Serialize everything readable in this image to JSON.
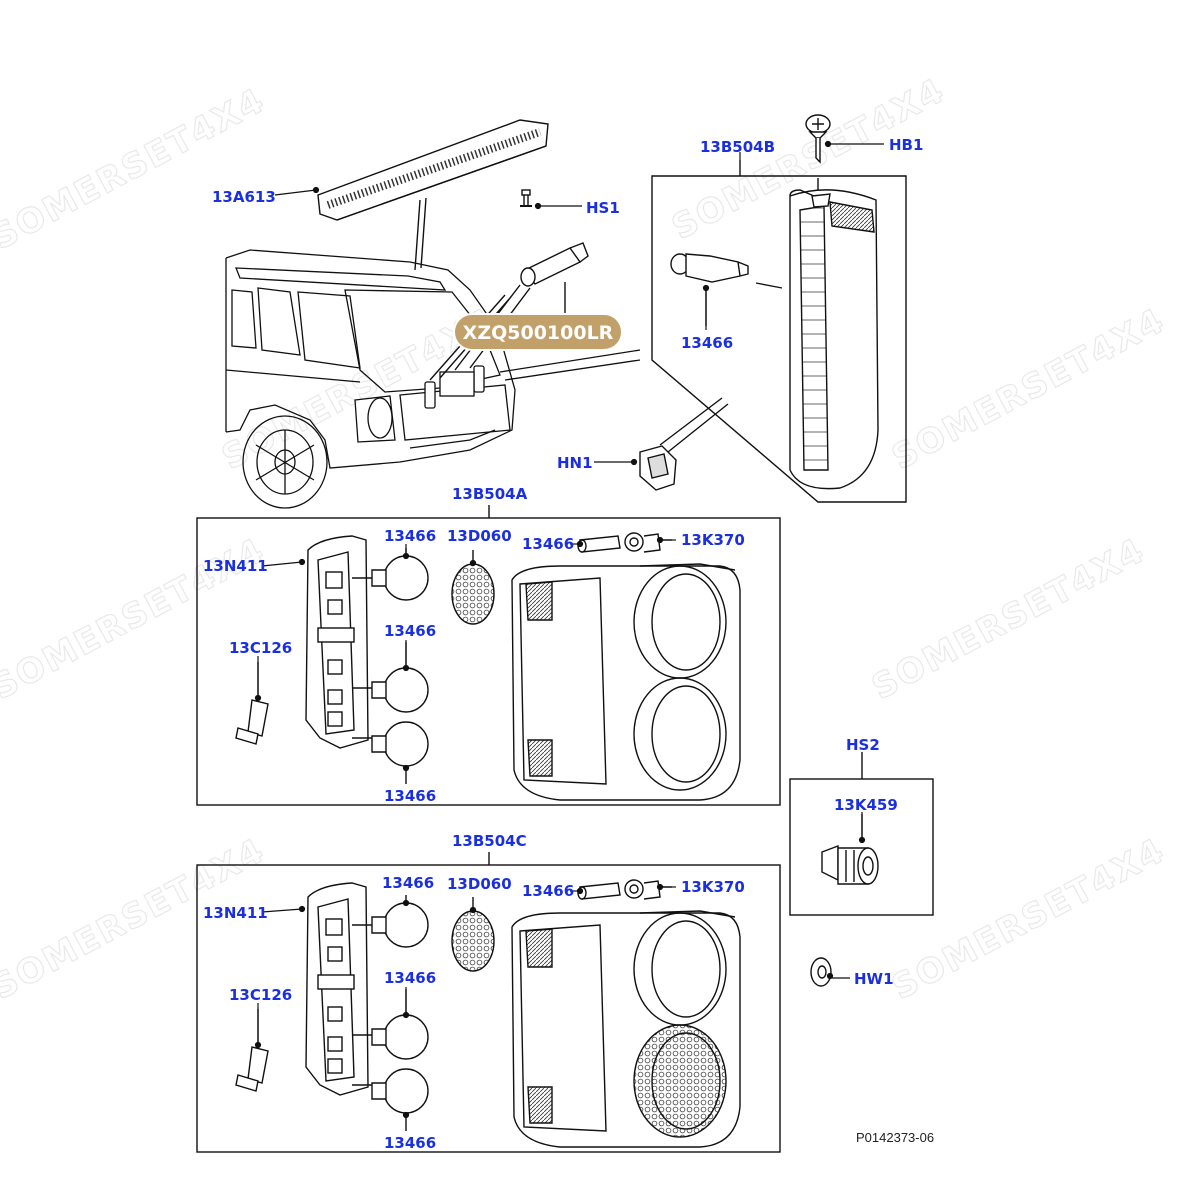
{
  "colors": {
    "label": "#1a2fe0",
    "line": "#111111",
    "badge": "#c2a069",
    "badge_text": "#ffffff"
  },
  "watermark": "SOMERSET4X4",
  "badge": {
    "text": "XZQ500100LR"
  },
  "drawing_number": "P0142373-06",
  "labels": {
    "a613": "13A613",
    "hs1": "HS1",
    "b504b": "13B504B",
    "hb1": "HB1",
    "bulb_top": "13466",
    "hn1": "HN1",
    "b504a": "13B504A",
    "n411_a": "13N411",
    "bulb_a1": "13466",
    "d060_a": "13D060",
    "bulb_a_lens": "13466",
    "k370_a": "13K370",
    "c126_a": "13C126",
    "bulb_a2": "13466",
    "bulb_a3": "13466",
    "hs2": "HS2",
    "k459": "13K459",
    "hw1": "HW1",
    "b504c": "13B504C",
    "n411_c": "13N411",
    "bulb_c1": "13466",
    "d060_c": "13D060",
    "bulb_c_lens": "13466",
    "k370_c": "13K370",
    "c126_c": "13C126",
    "bulb_c2": "13466",
    "bulb_c3": "13466"
  }
}
